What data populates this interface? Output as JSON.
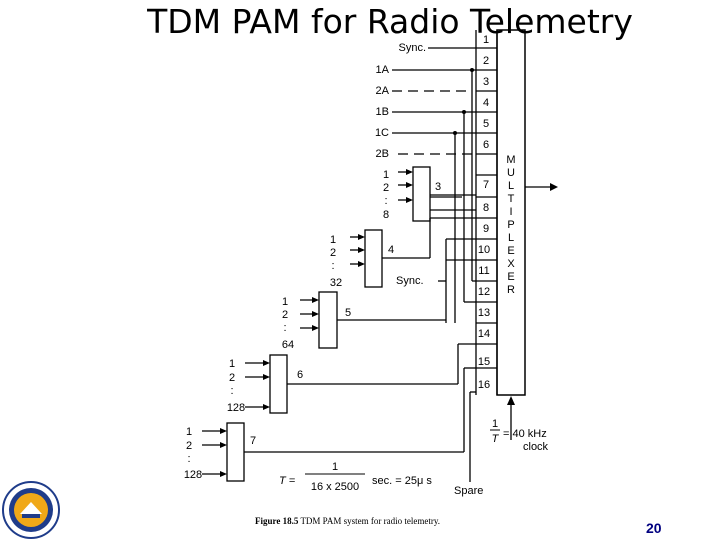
{
  "title": "TDM PAM for Radio Telemetry",
  "page_number": "20",
  "caption": {
    "figure": "Figure 18.5",
    "text": "TDM PAM system for radio telemetry."
  },
  "inputs": {
    "sync": "Sync.",
    "a1": "1A",
    "a2": "2A",
    "b1": "1B",
    "c1": "1C",
    "b2": "2B"
  },
  "channels": [
    "1",
    "2",
    "3",
    "4",
    "5",
    "6",
    "7",
    "8",
    "9",
    "10",
    "11",
    "12",
    "13",
    "14",
    "15",
    "16"
  ],
  "multiplexer_letters": [
    "M",
    "U",
    "L",
    "T",
    "I",
    "P",
    "L",
    "E",
    "X",
    "E",
    "R"
  ],
  "submux": [
    {
      "label": "3",
      "inputs": [
        "1",
        "2",
        ":",
        "8"
      ]
    },
    {
      "label": "4",
      "inputs": [
        "1",
        "2",
        ":",
        "32"
      ]
    },
    {
      "label": "5",
      "inputs": [
        "1",
        "2",
        ":",
        "64"
      ]
    },
    {
      "label": "6",
      "inputs": [
        "1",
        "2",
        ":",
        "128"
      ]
    },
    {
      "label": "7",
      "inputs": [
        "1",
        "2",
        ":",
        "128"
      ]
    }
  ],
  "sync_inner": "Sync.",
  "clock": {
    "num": "1",
    "den": "T",
    "value": "= 40 kHz",
    "word": "clock"
  },
  "formula": {
    "T": "T =",
    "num": "1",
    "den": "16 x 2500",
    "result": "sec. = 25μ s"
  },
  "spare": "Spare"
}
